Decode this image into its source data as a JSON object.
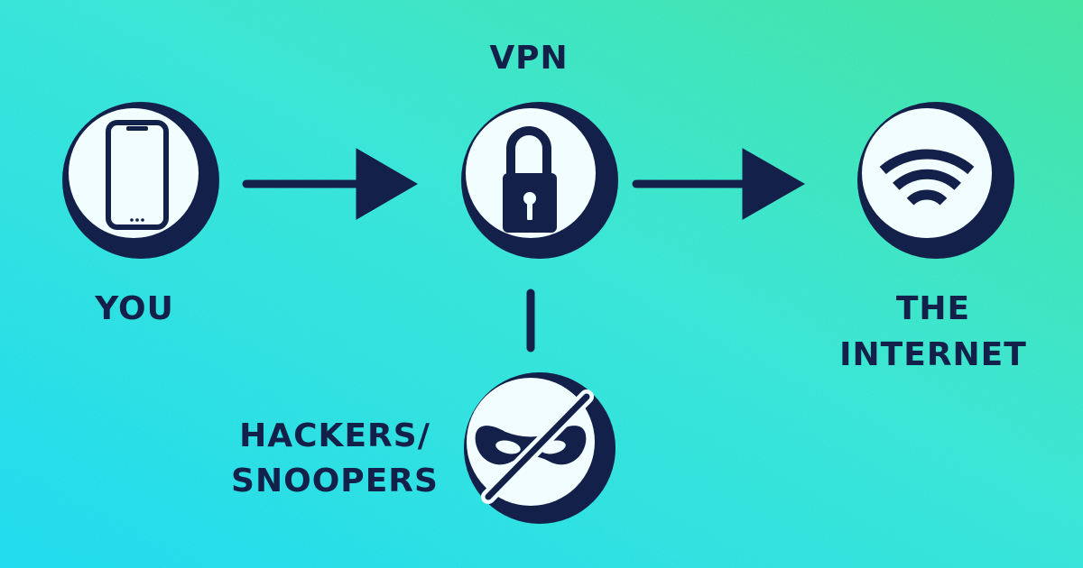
{
  "colors": {
    "ink": "#13204a",
    "node_fill": "#f1fdff",
    "bg_left": "#14d9ee",
    "bg_mid": "#2fe4d4",
    "bg_right": "#3ae39d"
  },
  "nodes": {
    "you": {
      "label": "YOU",
      "icon": "smartphone-icon"
    },
    "vpn": {
      "label": "VPN",
      "icon": "padlock-icon"
    },
    "internet": {
      "label_line1": "THE",
      "label_line2": "INTERNET",
      "icon": "wifi-icon"
    },
    "hackers": {
      "label_line1": "HACKERS/",
      "label_line2": "SNOOPERS",
      "icon": "no-mask-icon"
    }
  },
  "edges": [
    {
      "from": "you",
      "to": "vpn",
      "style": "arrow"
    },
    {
      "from": "vpn",
      "to": "internet",
      "style": "arrow"
    },
    {
      "from": "vpn",
      "to": "hackers",
      "style": "line"
    }
  ]
}
